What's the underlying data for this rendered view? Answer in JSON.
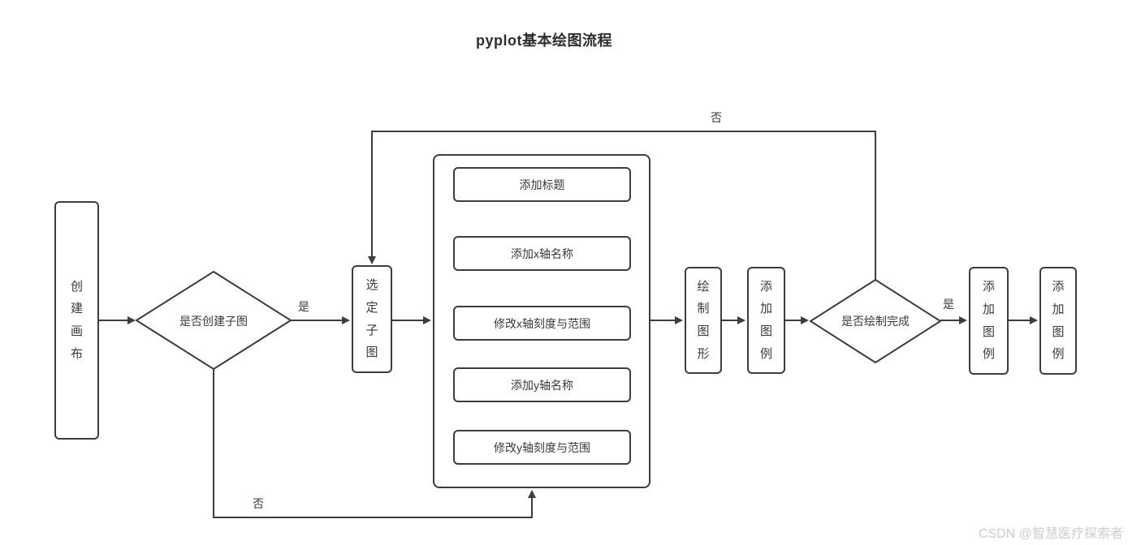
{
  "title": "pyplot基本绘图流程",
  "colors": {
    "line": "#3d3d3d",
    "text": "#3a3a3a",
    "title": "#2e2e2e",
    "watermark": "#cccccc"
  },
  "nodes": {
    "create_canvas": "创建画布",
    "decision_create_subplot": "是否创建子图",
    "select_subplot": "选定子图",
    "steps": [
      "添加标题",
      "添加x轴名称",
      "修改x轴刻度与范围",
      "添加y轴名称",
      "修改y轴刻度与范围"
    ],
    "draw_figure": "绘制图形",
    "add_legend_1": "添加图例",
    "decision_draw_complete": "是否绘制完成",
    "add_legend_2": "添加图例",
    "add_legend_3": "添加图例"
  },
  "edge_labels": {
    "yes_create": "是",
    "no_create": "否",
    "yes_complete": "是",
    "no_complete": "否"
  },
  "watermark": "CSDN @智慧医疗探索者"
}
